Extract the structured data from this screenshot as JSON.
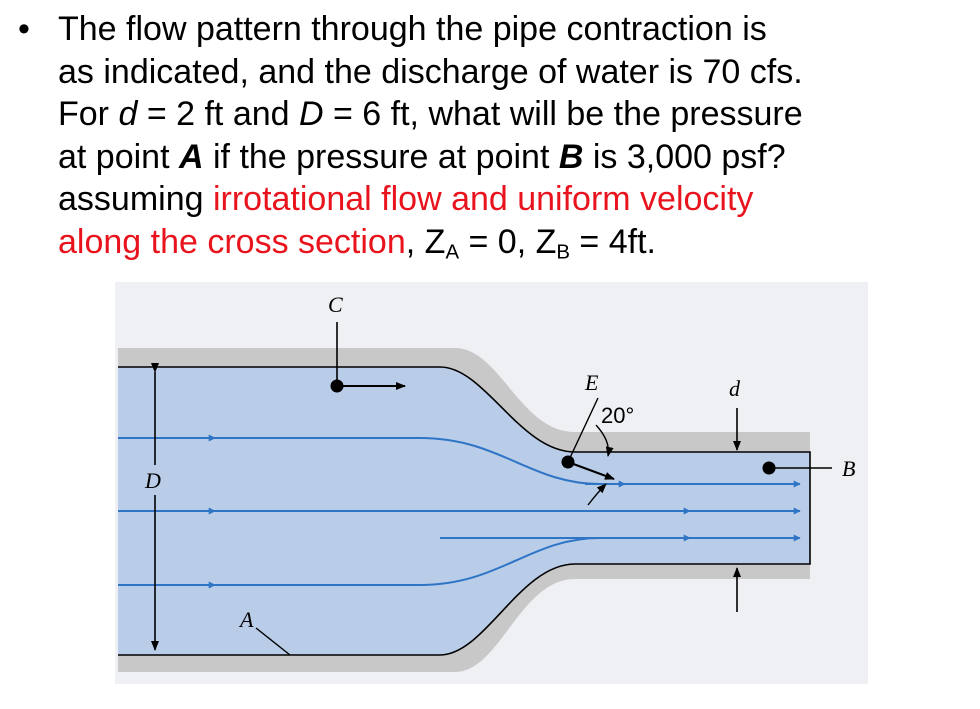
{
  "problem": {
    "bullet": "•",
    "line1": "The flow pattern through the pipe contraction is",
    "line2": "as indicated, and the discharge of water is 70 cfs.",
    "line3": {
      "p1": "For ",
      "d": "d",
      "p2": " = 2 ft and ",
      "D": "D",
      "p3": " = 6 ft, what will be the pressure"
    },
    "line4": {
      "p1": "at point ",
      "A": "A",
      "p2": " if the pressure at point ",
      "B": "B",
      "p3": " is 3,000 psf?"
    },
    "line5": {
      "black": "assuming ",
      "red": "irrotational flow and uniform velocity"
    },
    "line6": {
      "red": "along the cross section",
      "p1": ", Z",
      "subA": "A",
      "p2": " = 0, Z",
      "subB": "B",
      "p3": " = 4ft."
    }
  },
  "diagram": {
    "labels": {
      "C": "C",
      "E": "E",
      "d": "d",
      "angle": "20°",
      "B": "B",
      "D": "D",
      "A": "A"
    },
    "colors": {
      "pipe_wall": "#c8c8c8",
      "water": "#b9cce8",
      "streamline": "#2e75c6",
      "background": "#eef0f4"
    }
  }
}
